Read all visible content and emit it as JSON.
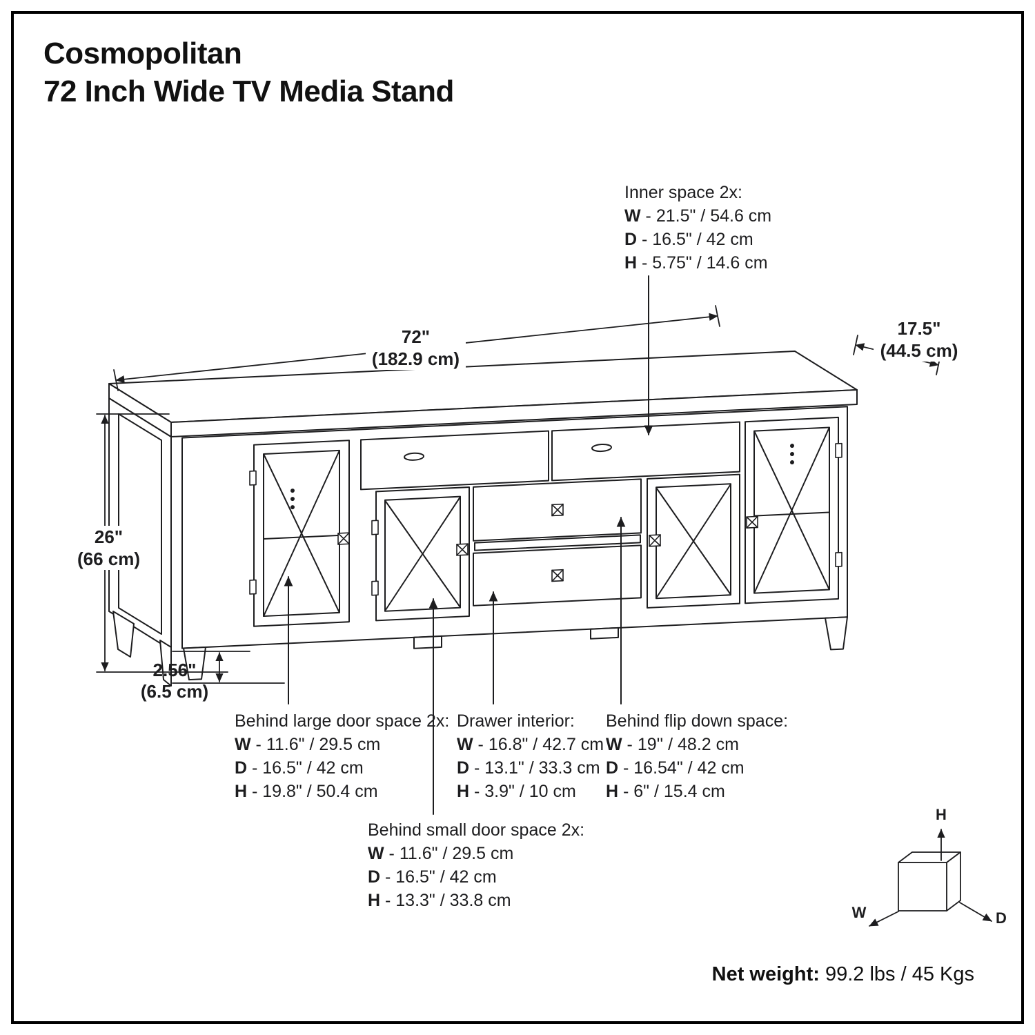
{
  "title": {
    "line1": "Cosmopolitan",
    "line2": "72 Inch Wide TV Media Stand"
  },
  "dimensions": {
    "width": {
      "inches": "72\"",
      "metric": "(182.9 cm)"
    },
    "depth": {
      "inches": "17.5\"",
      "metric": "(44.5 cm)"
    },
    "height": {
      "inches": "26\"",
      "metric": "(66 cm)"
    },
    "leg_height": {
      "inches": "2.56\"",
      "metric": "(6.5 cm)"
    }
  },
  "annotations": {
    "inner_space": {
      "title": "Inner space 2x:",
      "rows": [
        {
          "k": "W",
          "v": " - 21.5\" / 54.6 cm"
        },
        {
          "k": "D",
          "v": " - 16.5\" / 42 cm"
        },
        {
          "k": "H",
          "v": " - 5.75\" / 14.6 cm"
        }
      ]
    },
    "large_door": {
      "title": "Behind large door space 2x:",
      "rows": [
        {
          "k": "W",
          "v": " - 11.6\" / 29.5 cm"
        },
        {
          "k": "D",
          "v": " - 16.5\" / 42 cm"
        },
        {
          "k": "H",
          "v": " - 19.8\" / 50.4 cm"
        }
      ]
    },
    "drawer": {
      "title": "Drawer interior:",
      "rows": [
        {
          "k": "W",
          "v": " - 16.8\" / 42.7 cm"
        },
        {
          "k": "D",
          "v": " - 13.1\" / 33.3 cm"
        },
        {
          "k": "H",
          "v": " - 3.9\" / 10 cm"
        }
      ]
    },
    "flip_down": {
      "title": "Behind flip down space:",
      "rows": [
        {
          "k": "W",
          "v": " - 19'' / 48.2 cm"
        },
        {
          "k": "D",
          "v": " - 16.54\" / 42 cm"
        },
        {
          "k": "H",
          "v": " - 6\" / 15.4 cm"
        }
      ]
    },
    "small_door": {
      "title": "Behind small door space 2x:",
      "rows": [
        {
          "k": "W",
          "v": " - 11.6\" / 29.5 cm"
        },
        {
          "k": "D",
          "v": " - 16.5\" / 42 cm"
        },
        {
          "k": "H",
          "v": " - 13.3\" / 33.8 cm"
        }
      ]
    }
  },
  "axis_cube": {
    "h": "H",
    "w": "W",
    "d": "D"
  },
  "net_weight": {
    "label": "Net weight:",
    "value": " 99.2 lbs / 45 Kgs"
  }
}
